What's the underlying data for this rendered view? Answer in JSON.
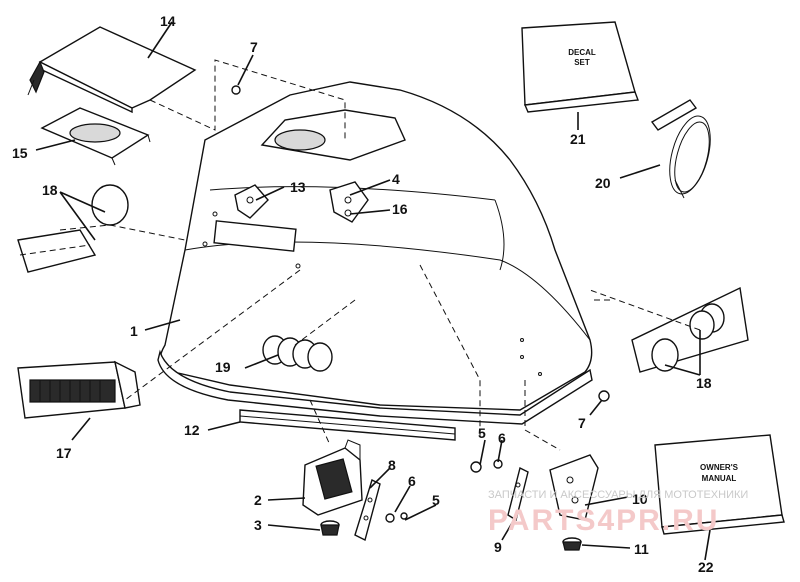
{
  "callouts": {
    "c1": "1",
    "c2": "2",
    "c3": "3",
    "c4": "4",
    "c5a": "5",
    "c5b": "5",
    "c6a": "6",
    "c6b": "6",
    "c7a": "7",
    "c7b": "7",
    "c8": "8",
    "c9": "9",
    "c10": "10",
    "c11": "11",
    "c12": "12",
    "c13": "13",
    "c14": "14",
    "c15": "15",
    "c16": "16",
    "c17": "17",
    "c18a": "18",
    "c18b": "18",
    "c19": "19",
    "c20": "20",
    "c21": "21",
    "c22": "22"
  },
  "decal_box": {
    "line1": "DECAL",
    "line2": "SET"
  },
  "manual_box": {
    "line1": "OWNER'S",
    "line2": "MANUAL"
  },
  "watermark": {
    "caption": "ЗАПЧАСТИ И АКСЕССУАРЫ ДЛЯ МОТОТЕХНИКИ",
    "site": "PARTS4PR.RU"
  },
  "colors": {
    "ink": "#111111",
    "watermark_red": "#f4c9c9",
    "watermark_gray": "#c9c9c9"
  }
}
